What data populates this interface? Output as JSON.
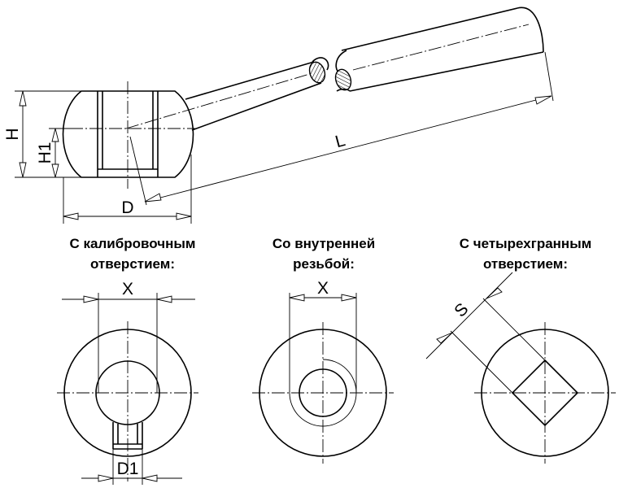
{
  "dimensions": {
    "h": "H",
    "h1": "H1",
    "d": "D",
    "l": "L",
    "x_calibrated": "X",
    "x_threaded": "X",
    "d1": "D1",
    "s": "S"
  },
  "captions": {
    "calibrated": {
      "line1": "С калибровочным",
      "line2": "отверстием:"
    },
    "threaded": {
      "line1": "Со внутренней",
      "line2": "резьбой:"
    },
    "square": {
      "line1": "С четырехгранным",
      "line2": "отверстием:"
    }
  }
}
